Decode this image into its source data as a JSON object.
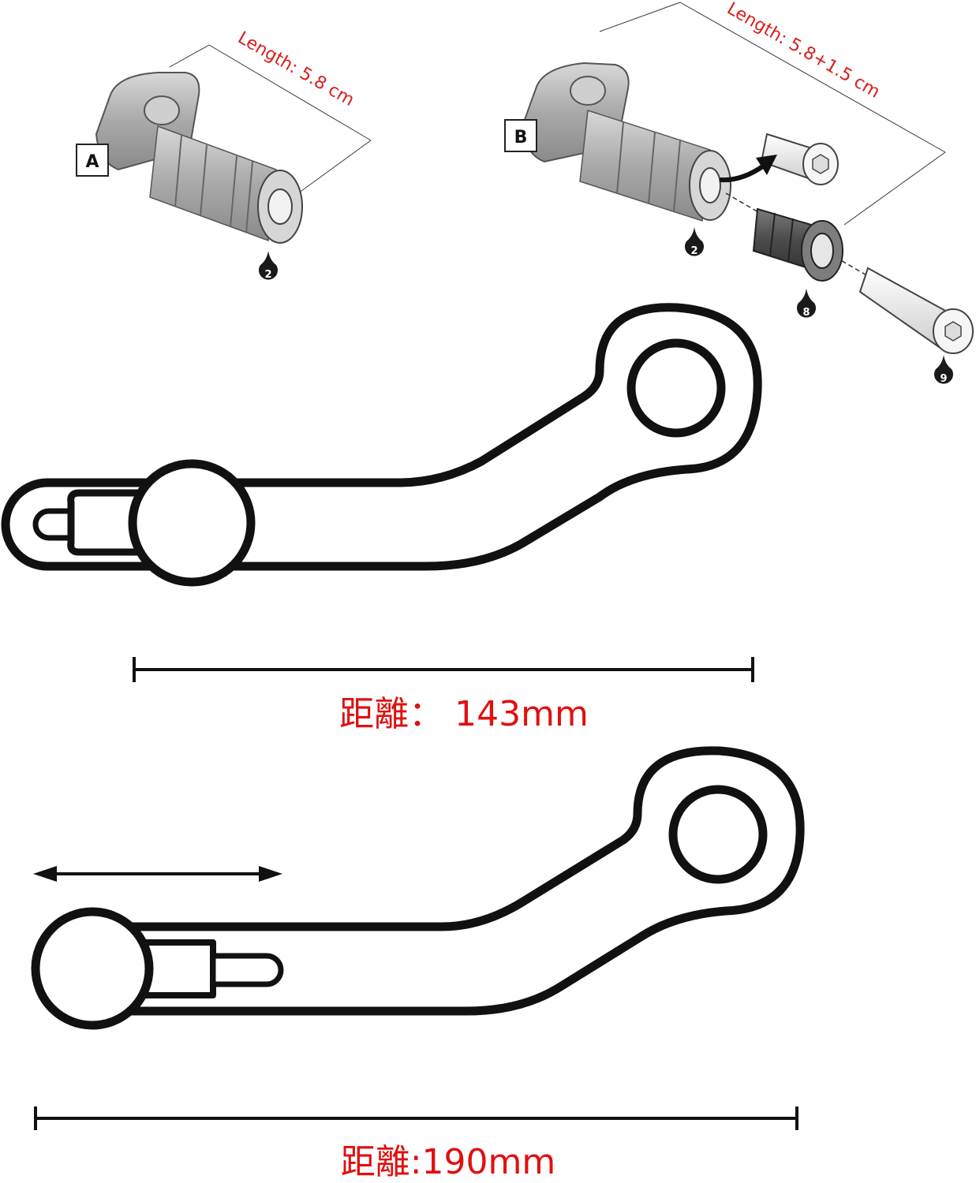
{
  "colors": {
    "label_red": "#e01010",
    "outline": "#111111",
    "part_grey": "#bdbdbd",
    "part_dark": "#555555"
  },
  "part_a": {
    "label": "A",
    "length_text": "Length: 5.8 cm",
    "callout_number": "2"
  },
  "part_b": {
    "label": "B",
    "length_text": "Length: 5.8+1.5 cm",
    "callout_numbers": [
      "2",
      "8",
      "9"
    ]
  },
  "lever_short": {
    "distance_text": "距離： 143mm"
  },
  "lever_long": {
    "distance_text": "距離:190mm",
    "adjust_arrow_icon": "double-arrow-icon"
  }
}
